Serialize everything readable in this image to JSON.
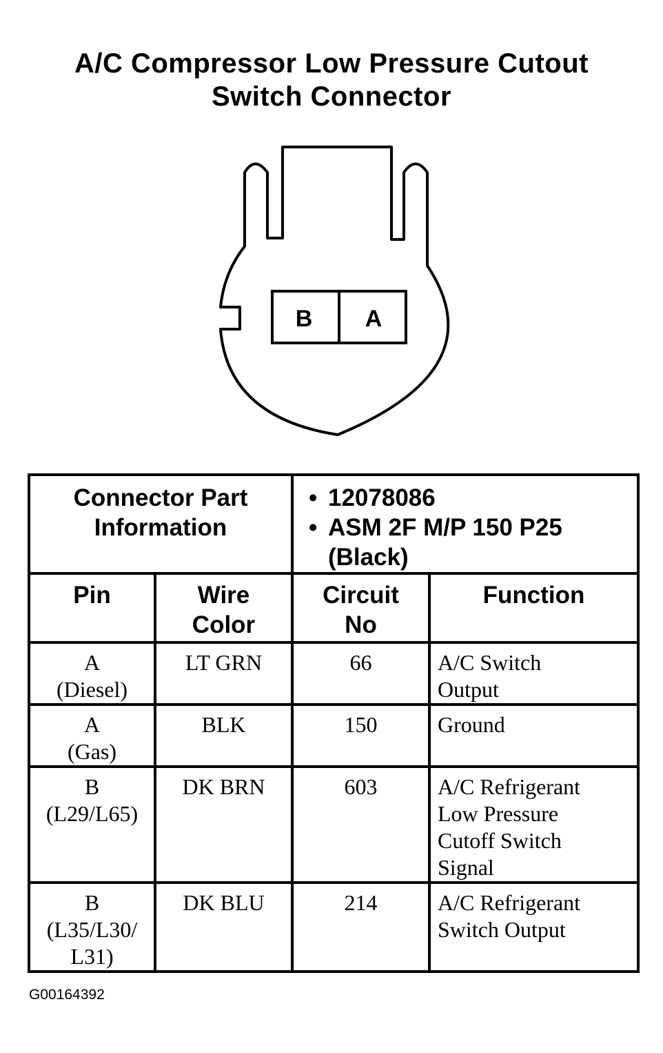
{
  "title": {
    "line1": "A/C Compressor Low Pressure Cutout",
    "line2": "Switch Connector"
  },
  "connector": {
    "cavities": [
      {
        "label": "B"
      },
      {
        "label": "A"
      }
    ]
  },
  "part_info": {
    "label_line1": "Connector Part",
    "label_line2": "Information",
    "bullet": "•",
    "part_number": "12078086",
    "assembly": "ASM 2F M/P 150 P25",
    "color": "(Black)"
  },
  "headers": {
    "pin": "Pin",
    "wire_color_line1": "Wire",
    "wire_color_line2": "Color",
    "circuit_line1": "Circuit",
    "circuit_line2": "No",
    "function": "Function"
  },
  "rows": [
    {
      "pin": [
        "A",
        "(Diesel)"
      ],
      "wire": "LT GRN",
      "circuit": "66",
      "function": [
        "A/C Switch",
        "Output"
      ]
    },
    {
      "pin": [
        "A",
        "(Gas)"
      ],
      "wire": "BLK",
      "circuit": "150",
      "function": [
        "Ground"
      ]
    },
    {
      "pin": [
        "B",
        "(L29/L65)"
      ],
      "wire": "DK BRN",
      "circuit": "603",
      "function": [
        "A/C Refrigerant",
        "Low Pressure",
        "Cutoff Switch",
        "Signal"
      ]
    },
    {
      "pin": [
        "B",
        "(L35/L30/",
        "L31)"
      ],
      "wire": "DK BLU",
      "circuit": "214",
      "function": [
        "A/C Refrigerant",
        "Switch Output"
      ]
    }
  ],
  "figure_id": "G00164392"
}
